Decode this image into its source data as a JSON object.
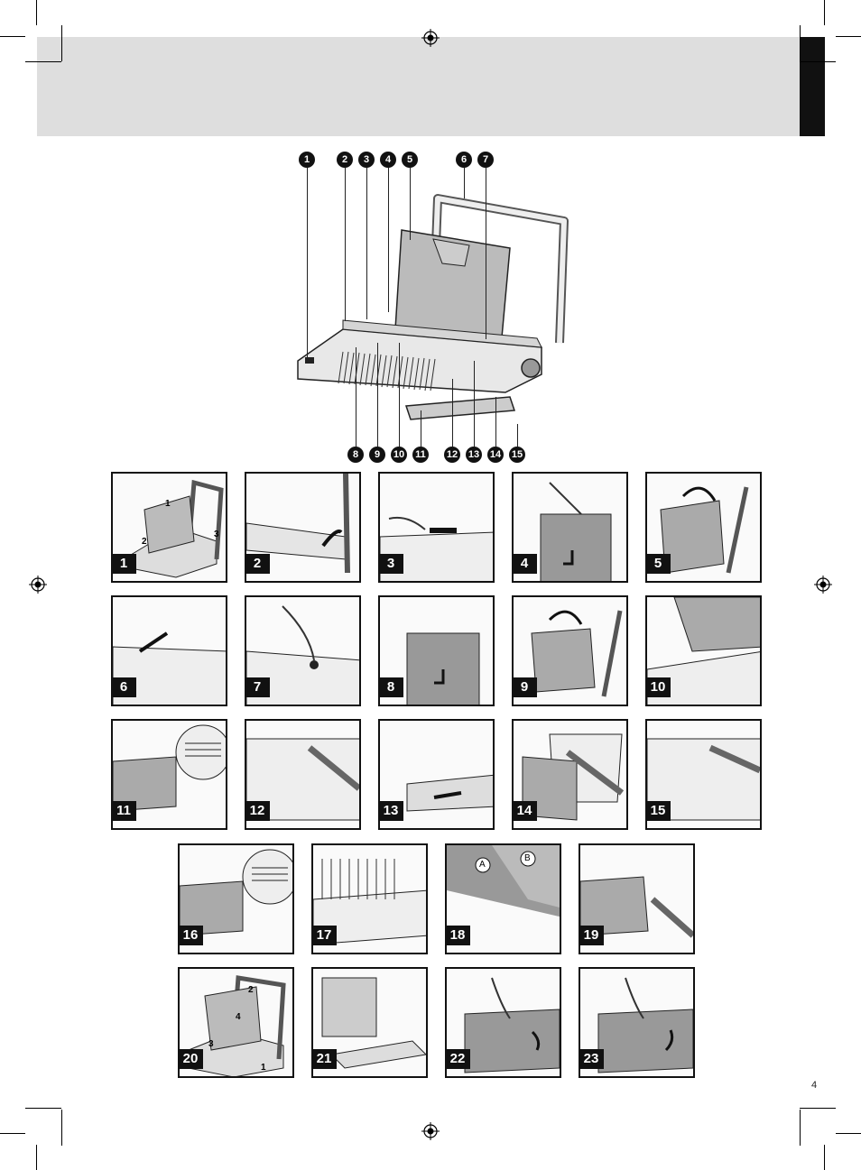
{
  "page": {
    "page_number": "4"
  },
  "callouts": [
    "1",
    "2",
    "3",
    "4",
    "5",
    "6",
    "7",
    "8",
    "9",
    "10",
    "11",
    "12",
    "13",
    "14",
    "15"
  ],
  "steps": [
    "1",
    "2",
    "3",
    "4",
    "5",
    "6",
    "7",
    "8",
    "9",
    "10",
    "11",
    "12",
    "13",
    "14",
    "15",
    "16",
    "17",
    "18",
    "19",
    "20",
    "21",
    "22",
    "23"
  ],
  "panel_labels": {
    "step1": [
      "1",
      "2",
      "3"
    ],
    "step18": [
      "A",
      "B"
    ],
    "step20": [
      "2",
      "4",
      "3",
      "1"
    ]
  },
  "icons": {
    "registration": "registration-mark-icon",
    "arrow": "arrow-icon",
    "hand": "hand-icon"
  },
  "colors": {
    "header_band": "#dedede",
    "side_tab": "#111111",
    "ink": "#111111"
  }
}
